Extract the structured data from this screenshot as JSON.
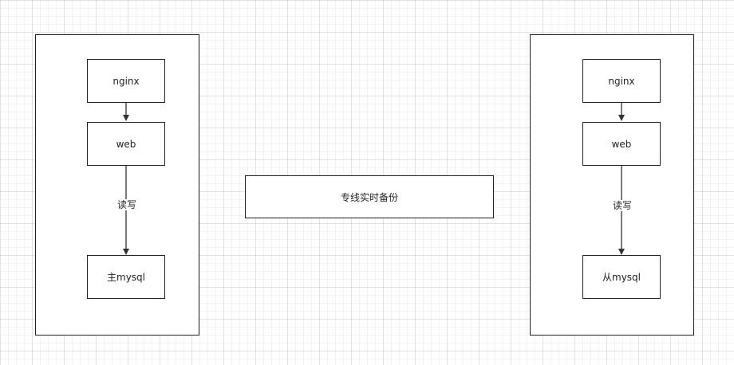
{
  "left": {
    "nginx_label": "nginx",
    "web_label": "web",
    "edge_label": "读写",
    "db_label": "主mysql"
  },
  "middle": {
    "link_label": "专线实时备份"
  },
  "right": {
    "nginx_label": "nginx",
    "web_label": "web",
    "edge_label": "读写",
    "db_label": "从mysql"
  },
  "colors": {
    "stroke": "#222222",
    "background": "#ffffff"
  }
}
